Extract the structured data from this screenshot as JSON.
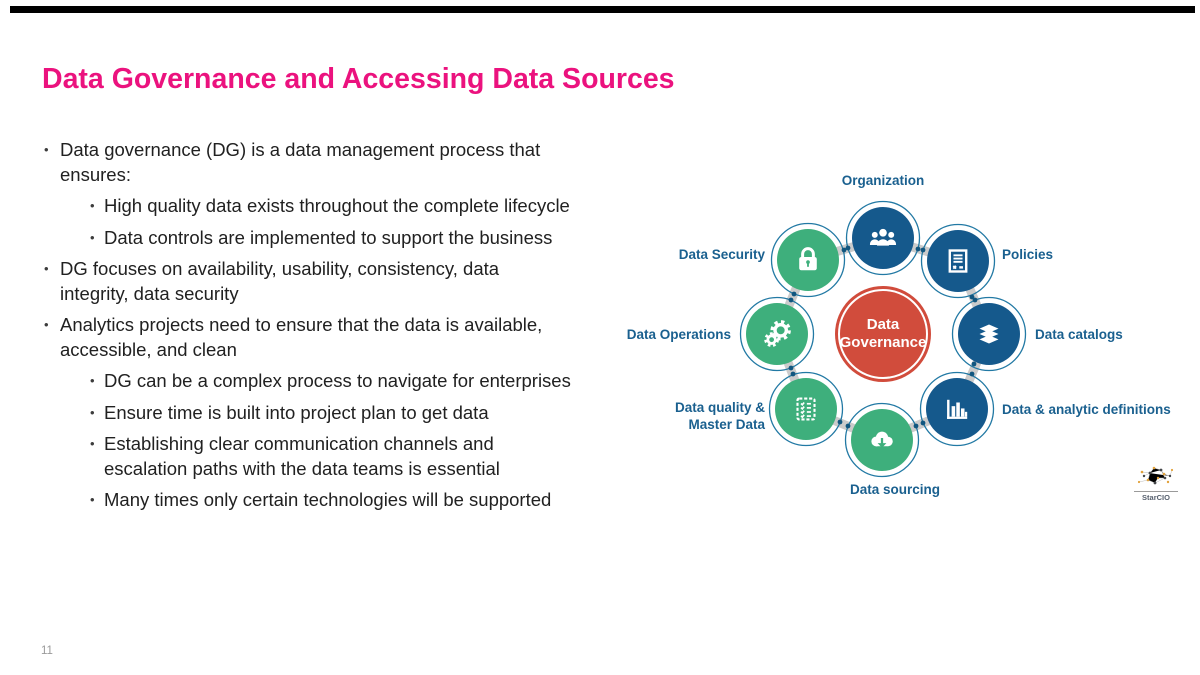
{
  "slide": {
    "title": "Data Governance and Accessing Data Sources",
    "page_number": "11"
  },
  "colors": {
    "title_pink": "#EB127E",
    "node_blue": "#15598C",
    "node_green": "#3EAF7C",
    "center_red": "#D14C3C",
    "label_blue": "#1A608F",
    "connector_gray": "#CBCBCB"
  },
  "bullets": [
    {
      "level": 1,
      "text": "Data governance (DG) is a data management process that\nensures:"
    },
    {
      "level": 2,
      "text": "High quality data exists throughout the complete lifecycle"
    },
    {
      "level": 2,
      "text": "Data controls are implemented to support the business"
    },
    {
      "level": 1,
      "text": "DG focuses on availability, usability, consistency, data\nintegrity, data security"
    },
    {
      "level": 1,
      "text": "Analytics projects need to ensure that the data is available,\naccessible, and clean"
    },
    {
      "level": 2,
      "text": "DG can be a complex process to navigate for enterprises"
    },
    {
      "level": 2,
      "text": "Ensure time is built into project plan to get data"
    },
    {
      "level": 2,
      "text": "Establishing clear communication channels and\nescalation paths with the data teams is essential"
    },
    {
      "level": 2,
      "text": "Many times only certain technologies will be supported"
    }
  ],
  "diagram": {
    "center": {
      "label": "Data\nGovernance"
    },
    "nodes": [
      {
        "id": "organization",
        "label": "Organization",
        "icon": "people-icon",
        "color": "blue"
      },
      {
        "id": "policies",
        "label": "Policies",
        "icon": "policy-document-icon",
        "color": "blue"
      },
      {
        "id": "data-catalogs",
        "label": "Data catalogs",
        "icon": "books-stack-icon",
        "color": "blue"
      },
      {
        "id": "data-analytic-definitions",
        "label": "Data & analytic definitions",
        "icon": "bar-chart-icon",
        "color": "blue"
      },
      {
        "id": "data-sourcing",
        "label": "Data sourcing",
        "icon": "cloud-download-icon",
        "color": "green"
      },
      {
        "id": "data-quality-master-data",
        "label": "Data quality &\nMaster Data",
        "icon": "checklist-icon",
        "color": "green"
      },
      {
        "id": "data-operations",
        "label": "Data Operations",
        "icon": "gears-icon",
        "color": "green"
      },
      {
        "id": "data-security",
        "label": "Data Security",
        "icon": "padlock-icon",
        "color": "green"
      }
    ]
  },
  "footer": {
    "logo_text": "StarCIO"
  }
}
